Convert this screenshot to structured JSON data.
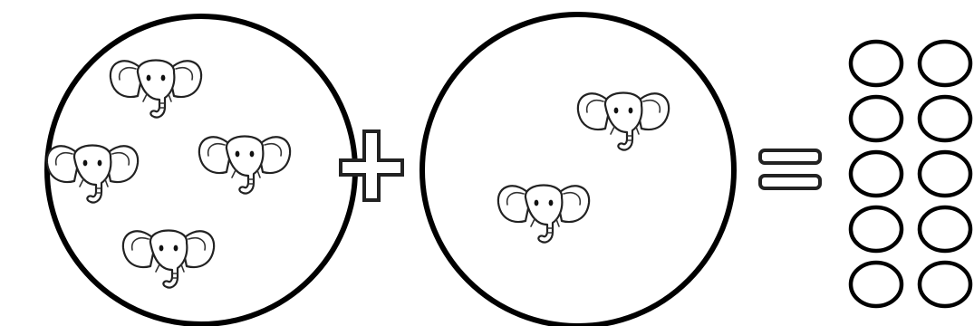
{
  "equation": {
    "first_group": {
      "icon": "elephant-head-icon",
      "count": 4
    },
    "operator": "plus",
    "second_group": {
      "icon": "elephant-head-icon",
      "count": 2
    },
    "result_sign": "equals",
    "answer_choices": {
      "icon": "empty-oval-icon",
      "count": 10,
      "columns": 2,
      "rows": 5
    }
  },
  "colors": {
    "stroke": "#000000",
    "background": "#ffffff"
  }
}
